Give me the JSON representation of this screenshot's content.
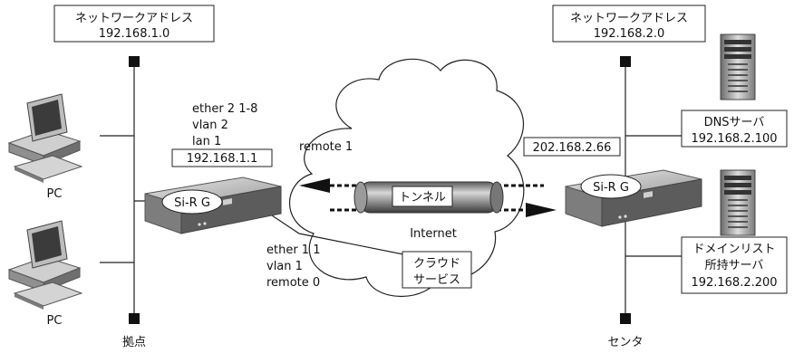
{
  "left_network": {
    "addr_title": "ネットワークアドレス",
    "addr_value": "192.168.1.0",
    "site_label": "拠点",
    "pc_labels": [
      "PC",
      "PC"
    ]
  },
  "router_left": {
    "name": "Si-R G",
    "lan_config": [
      "ether 2 1-8",
      "vlan 2",
      "lan 1"
    ],
    "lan_ip": "192.168.1.1",
    "remote1_label": "remote 1",
    "wan_config": [
      "ether 1 1",
      "vlan 1",
      "remote 0"
    ]
  },
  "internet": {
    "label": "Internet",
    "tunnel_label": "トンネル",
    "cloud_service_lines": [
      "クラウド",
      "サービス"
    ]
  },
  "right_network": {
    "addr_title": "ネットワークアドレス",
    "addr_value": "192.168.2.0",
    "site_label": "センタ",
    "router_name": "Si-R G",
    "router_wan_ip": "202.168.2.66",
    "dns_server": [
      "DNSサーバ",
      "192.168.2.100"
    ],
    "domain_server": [
      "ドメインリスト",
      "所持サーバ",
      "192.168.2.200"
    ]
  }
}
